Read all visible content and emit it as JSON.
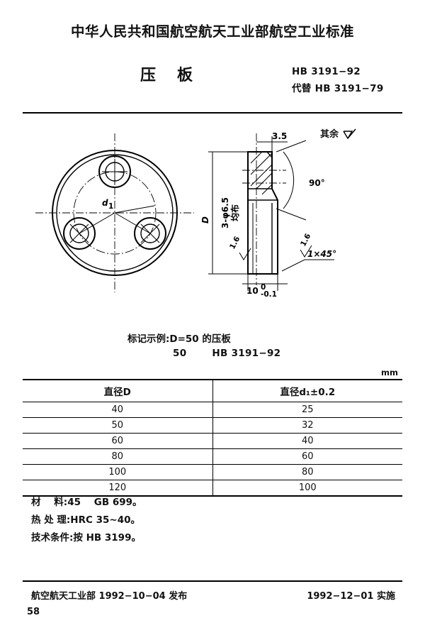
{
  "header": {
    "doc_title": "中华人民共和国航空航天工业部航空工业标准",
    "part_name": "压板",
    "standard_no": "HB 3191−92",
    "replaces": "代替 HB 3191−79"
  },
  "drawing": {
    "surface_note": "其余",
    "front_view": {
      "label_d1": "d₁"
    },
    "section_view": {
      "dim_thickness_step": "3.5",
      "dim_angle": "90°",
      "dim_outer_diameter": "D",
      "dim_holes": "3-φ6.5",
      "dim_holes_note": "均布",
      "roughness_left": "1.6",
      "roughness_right": "1.6",
      "chamfer": "1×45°",
      "dim_height": "10",
      "dim_height_tol_upper": "0",
      "dim_height_tol_lower": "-0.1"
    }
  },
  "marking": {
    "line1": "标记示例:D=50 的压板",
    "line2_size": "50",
    "line2_std": "HB 3191−92"
  },
  "table": {
    "unit": "mm",
    "headers": [
      "直径D",
      "直径d₁±0.2"
    ],
    "rows": [
      [
        "40",
        "25"
      ],
      [
        "50",
        "32"
      ],
      [
        "60",
        "40"
      ],
      [
        "80",
        "60"
      ],
      [
        "100",
        "80"
      ],
      [
        "120",
        "100"
      ]
    ]
  },
  "notes": [
    "材    料:45    GB 699。",
    "热 处 理:HRC 35~40。",
    "技术条件:按 HB 3199。"
  ],
  "footer": {
    "issuer": "航空航天工业部 1992−10−04 发布",
    "effective": "1992−12−01 实施",
    "page_number": "58"
  }
}
